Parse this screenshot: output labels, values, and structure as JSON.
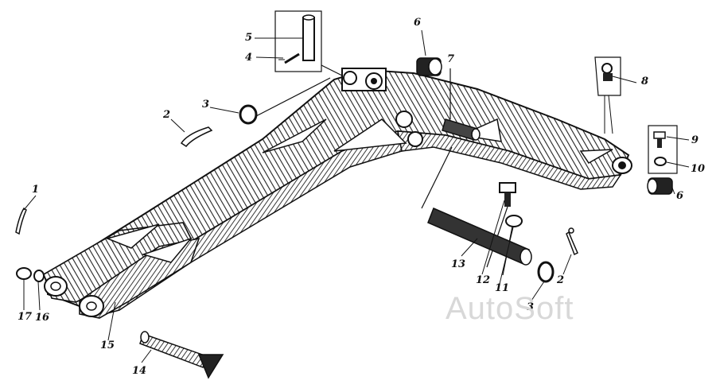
{
  "diagram": {
    "watermark": "AutoSoft",
    "callouts": {
      "c1": "1",
      "c2a": "2",
      "c2b": "2",
      "c3a": "3",
      "c3b": "3",
      "c4": "4",
      "c5": "5",
      "c6a": "6",
      "c6b": "6",
      "c7": "7",
      "c8": "8",
      "c9": "9",
      "c10": "10",
      "c11": "11",
      "c12": "12",
      "c13": "13",
      "c14": "14",
      "c15": "15",
      "c16": "16",
      "c17": "17"
    }
  }
}
